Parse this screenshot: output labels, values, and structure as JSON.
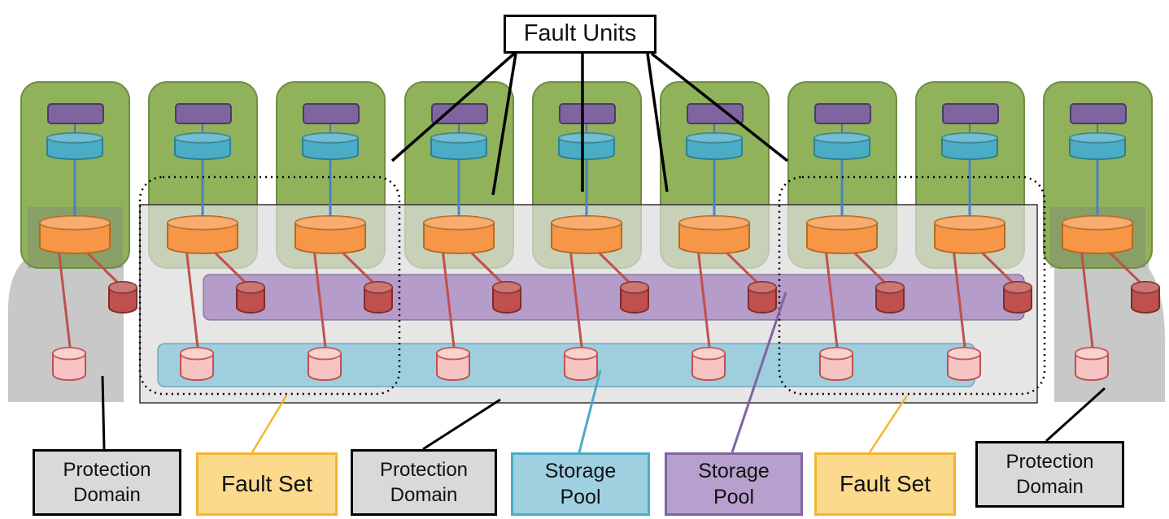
{
  "title_box": {
    "text": "Fault Units"
  },
  "labels": [
    {
      "line1": "Protection",
      "line2": "Domain"
    },
    {
      "line1": "Fault Set",
      "line2": ""
    },
    {
      "line1": "Protection",
      "line2": "Domain"
    },
    {
      "line1": "Storage",
      "line2": "Pool"
    },
    {
      "line1": "Storage",
      "line2": "Pool"
    },
    {
      "line1": "Fault Set",
      "line2": ""
    },
    {
      "line1": "Protection",
      "line2": "Domain"
    }
  ],
  "colors": {
    "node_fill": "#8fb25a",
    "node_stroke": "#6f8f3f",
    "protection_domain_fill": "#d8d8d8",
    "storage_pool_blue": "#9fcfdf",
    "storage_pool_purple": "#b59cc9",
    "fault_set_callout": "#fbd98d",
    "fault_set_border": "#f2b632",
    "sdc_purple": "#8064a2",
    "sds_blue": "#4bacc6",
    "sds_orange": "#f79646",
    "device_dark_red": "#c0504d",
    "device_pink": "#f7c4c4",
    "connector_red": "#c0504d",
    "connector_blue": "#4f81bd"
  },
  "icons": [
    "sdc-bar-icon",
    "sdc-cylinder-icon",
    "sds-cylinder-icon",
    "device-cylinder-icon"
  ]
}
